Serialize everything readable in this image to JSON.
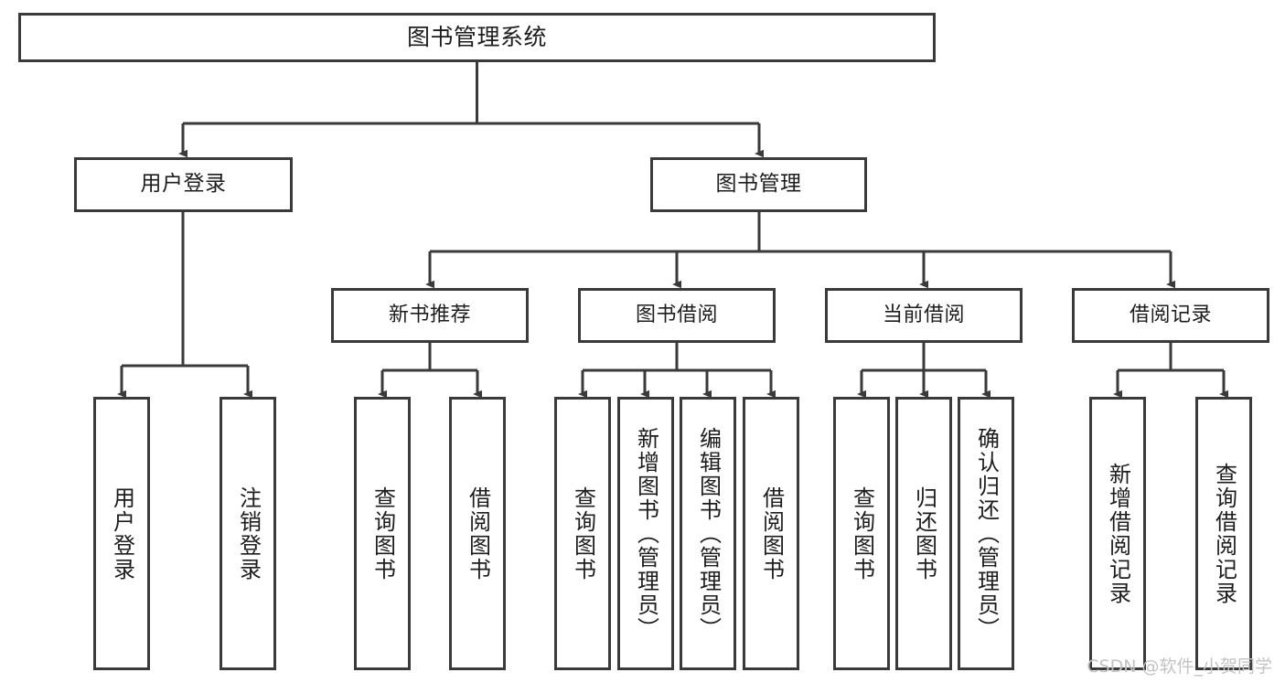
{
  "diagram": {
    "title": "图书管理系统",
    "type": "hierarchy-tree",
    "watermark": "CSDN @软件_小贺同学",
    "colors": {
      "background": "#ffffff",
      "box_border": "#3a3a3a",
      "box_fill": "#ffffff",
      "connector": "#3a3a3a",
      "text": "#1d1d1d",
      "watermark": "#c3c3c3"
    },
    "root": {
      "id": "root",
      "label": "图书管理系统"
    },
    "level2": [
      {
        "id": "n-user-login",
        "label": "用户登录"
      },
      {
        "id": "n-book-manage",
        "label": "图书管理"
      }
    ],
    "level3": [
      {
        "id": "n-new-book-rec",
        "label": "新书推荐"
      },
      {
        "id": "n-book-borrow",
        "label": "图书借阅"
      },
      {
        "id": "n-current-borrow",
        "label": "当前借阅"
      },
      {
        "id": "n-borrow-record",
        "label": "借阅记录"
      }
    ],
    "leaves": [
      {
        "id": "leaf-user-login",
        "label": "用户登录"
      },
      {
        "id": "leaf-logout",
        "label": "注销登录"
      },
      {
        "id": "leaf-query-book-1",
        "label": "查询图书"
      },
      {
        "id": "leaf-borrow-book-1",
        "label": "借阅图书"
      },
      {
        "id": "leaf-query-book-2",
        "label": "查询图书"
      },
      {
        "id": "leaf-add-book",
        "label": "新增图书（管理员）"
      },
      {
        "id": "leaf-edit-book",
        "label": "编辑图书（管理员）"
      },
      {
        "id": "leaf-borrow-book-2",
        "label": "借阅图书"
      },
      {
        "id": "leaf-query-book-3",
        "label": "查询图书"
      },
      {
        "id": "leaf-return-book",
        "label": "归还图书"
      },
      {
        "id": "leaf-confirm-return",
        "label": "确认归还（管理员）"
      },
      {
        "id": "leaf-add-record",
        "label": "新增借阅记录"
      },
      {
        "id": "leaf-query-record",
        "label": "查询借阅记录"
      }
    ]
  }
}
